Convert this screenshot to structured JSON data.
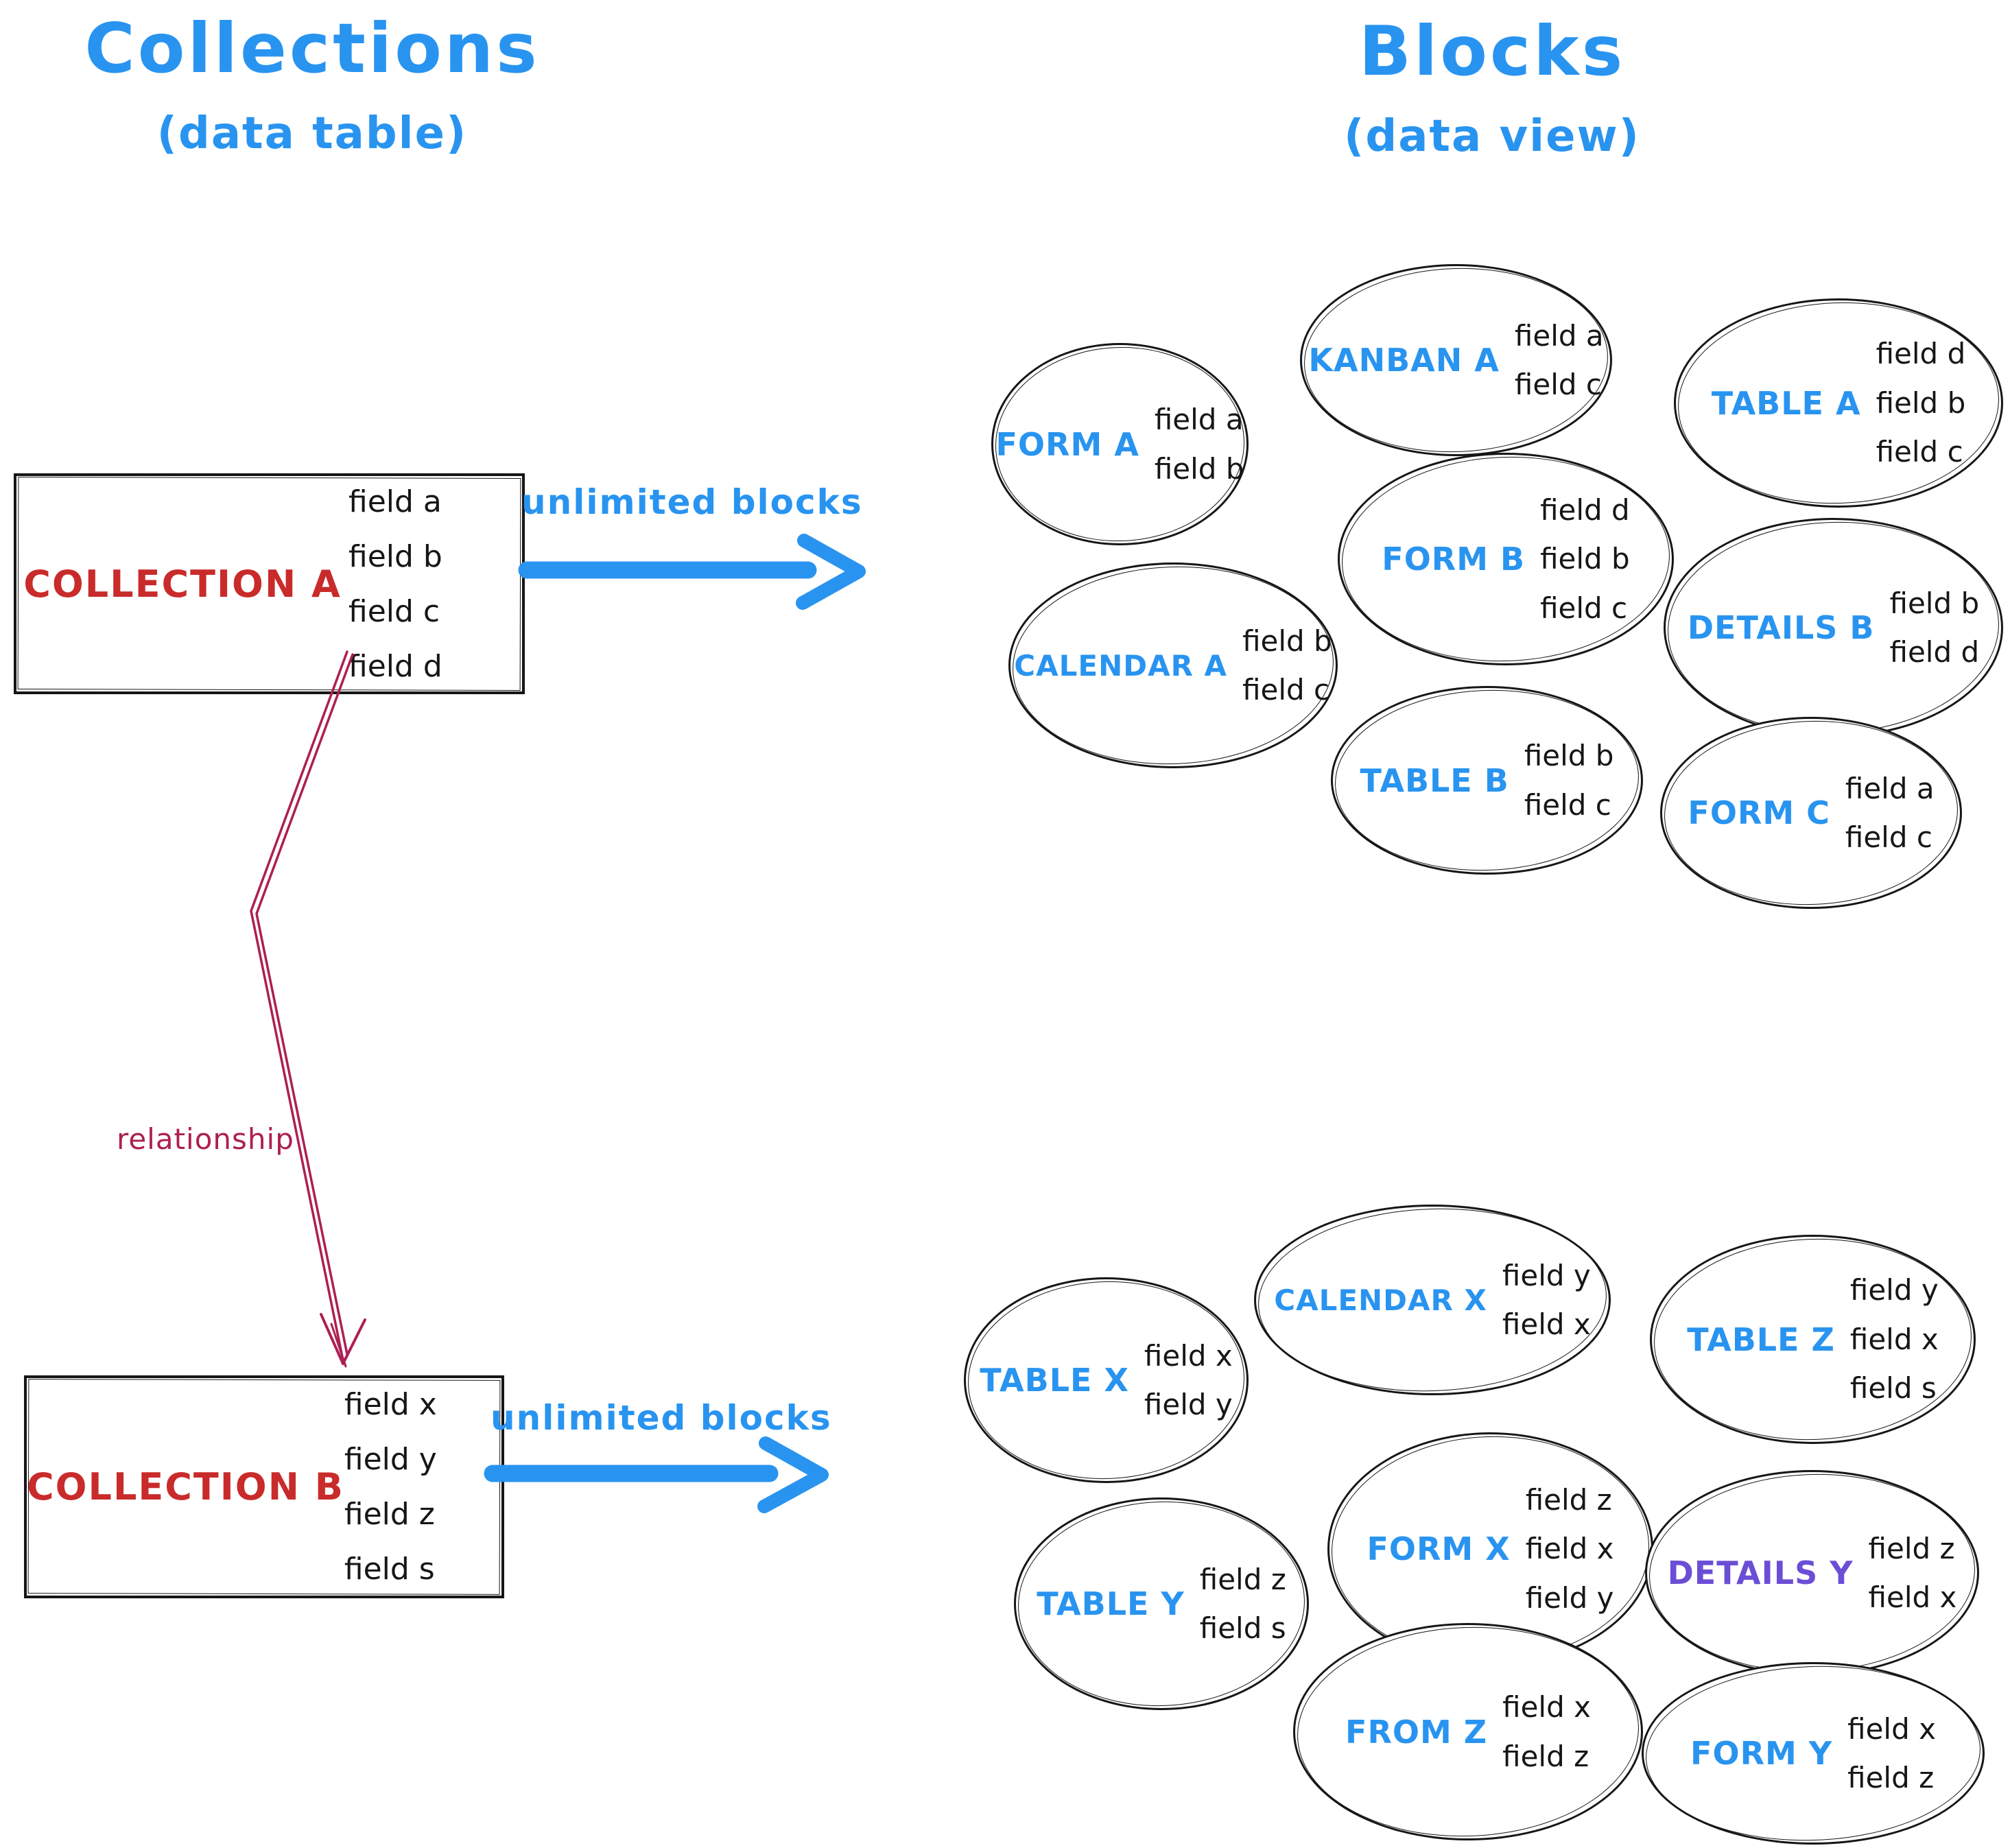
{
  "titles": {
    "left_title": "Collections",
    "left_subtitle": "(data table)",
    "right_title": "Blocks",
    "right_subtitle": "(data view)"
  },
  "collections": [
    {
      "id": "collection-a",
      "name": "COLLECTION A",
      "fields": [
        "field a",
        "field b",
        "field c",
        "field d"
      ]
    },
    {
      "id": "collection-b",
      "name": "COLLECTION B",
      "fields": [
        "field x",
        "field y",
        "field z",
        "field s"
      ]
    }
  ],
  "arrows": [
    {
      "id": "arrow-a",
      "label": "unlimited blocks"
    },
    {
      "id": "arrow-b",
      "label": "unlimited blocks"
    }
  ],
  "relationship": {
    "label": "relationship"
  },
  "blocks": [
    {
      "id": "form-a",
      "label": "FORM A",
      "fields": [
        "field a",
        "field b"
      ]
    },
    {
      "id": "kanban-a",
      "label": "KANBAN A",
      "fields": [
        "field a",
        "field c"
      ]
    },
    {
      "id": "table-a",
      "label": "TABLE A",
      "fields": [
        "field d",
        "field b",
        "field c"
      ]
    },
    {
      "id": "calendar-a",
      "label": "CALENDAR A",
      "fields": [
        "field b",
        "field c"
      ]
    },
    {
      "id": "form-b",
      "label": "FORM B",
      "fields": [
        "field d",
        "field b",
        "field c"
      ]
    },
    {
      "id": "details-b",
      "label": "DETAILS B",
      "fields": [
        "field b",
        "field d"
      ]
    },
    {
      "id": "table-b",
      "label": "TABLE B",
      "fields": [
        "field b",
        "field c"
      ]
    },
    {
      "id": "form-c",
      "label": "FORM C",
      "fields": [
        "field a",
        "field c"
      ]
    },
    {
      "id": "table-x",
      "label": "TABLE X",
      "fields": [
        "field x",
        "field y"
      ]
    },
    {
      "id": "calendar-x",
      "label": "CALENDAR X",
      "fields": [
        "field y",
        "field x"
      ]
    },
    {
      "id": "table-z",
      "label": "TABLE Z",
      "fields": [
        "field y",
        "field x",
        "field s"
      ]
    },
    {
      "id": "table-y",
      "label": "TABLE Y",
      "fields": [
        "field z",
        "field s"
      ]
    },
    {
      "id": "form-x",
      "label": "FORM X",
      "fields": [
        "field z",
        "field x",
        "field y"
      ]
    },
    {
      "id": "details-y",
      "label": "DETAILS Y",
      "fields": [
        "field z",
        "field x"
      ],
      "label_color": "#6b4ed6"
    },
    {
      "id": "from-z",
      "label": "FROM Z",
      "fields": [
        "field x",
        "field z"
      ]
    },
    {
      "id": "form-y",
      "label": "FORM Y",
      "fields": [
        "field x",
        "field z"
      ]
    }
  ],
  "colors": {
    "accent_blue": "#2994f0",
    "collection_red": "#c92b2b",
    "relationship_crimson": "#ad1f52",
    "details_purple": "#6b4ed6",
    "ink_black": "#161616"
  }
}
